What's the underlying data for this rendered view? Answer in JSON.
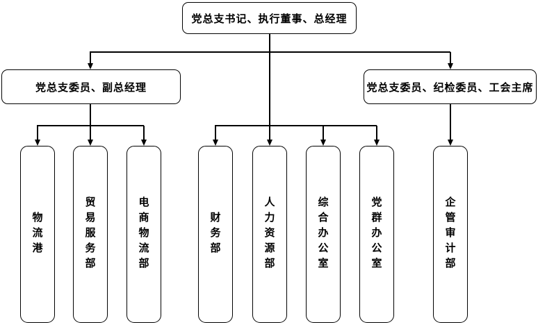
{
  "diagram": {
    "type": "org-chart",
    "background_color": "#ffffff",
    "line_color": "#000000",
    "node_fill_color": "#ffffff",
    "node_border_color": "#000000",
    "text_color": "#000000",
    "root": {
      "label": "党总支书记、执行董事、总经理"
    },
    "managers": [
      {
        "label": "党总支委员、副总经理",
        "parent": "党总支书记、执行董事、总经理"
      },
      {
        "label": "党总支委员、纪检委员、工会主席",
        "parent": "党总支书记、执行董事、总经理"
      }
    ],
    "departments": [
      {
        "label": "物流港",
        "parent": "党总支委员、副总经理"
      },
      {
        "label": "贸易服务部",
        "parent": "党总支委员、副总经理"
      },
      {
        "label": "电商物流部",
        "parent": "党总支委员、副总经理"
      },
      {
        "label": "财务部",
        "parent": "党总支书记、执行董事、总经理"
      },
      {
        "label": "人力资源部",
        "parent": "党总支书记、执行董事、总经理"
      },
      {
        "label": "综合办公室",
        "parent": "党总支书记、执行董事、总经理"
      },
      {
        "label": "党群办公室",
        "parent": "党总支书记、执行董事、总经理"
      },
      {
        "label": "企管审计部",
        "parent": "党总支委员、纪检委员、工会主席"
      }
    ]
  }
}
